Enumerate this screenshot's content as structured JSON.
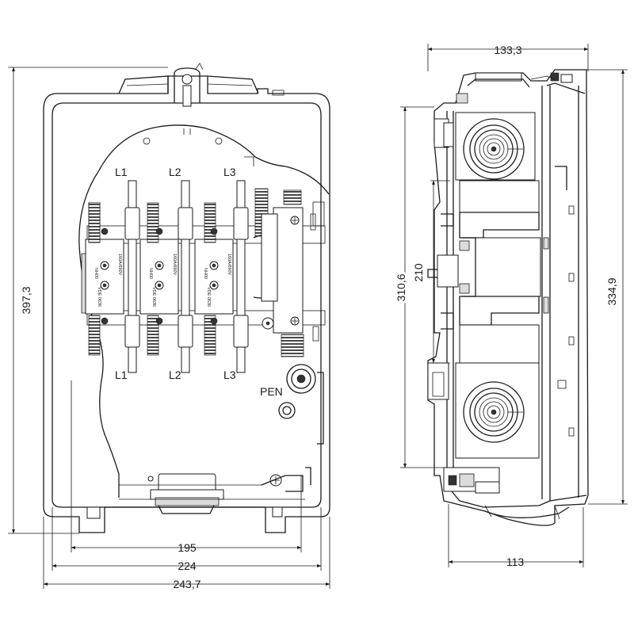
{
  "front_view": {
    "phase_labels_top": [
      "L1",
      "L2",
      "L3"
    ],
    "phase_labels_bottom": [
      "L1",
      "L2",
      "L3"
    ],
    "pen_label": "PEN",
    "fuse_base_text": {
      "type": "NH00",
      "standard": "VDE 0636",
      "rating": "160A/690V"
    },
    "dimensions": {
      "width_inner": "195",
      "width_body": "224",
      "width_total": "243,7",
      "height_total": "397,3"
    }
  },
  "side_view": {
    "dimensions": {
      "depth_top": "133,3",
      "depth_bottom": "113",
      "height_inner": "210",
      "height_mid": "310,6",
      "height_outer": "334,9"
    }
  },
  "arrow_marker": "arrowhead"
}
